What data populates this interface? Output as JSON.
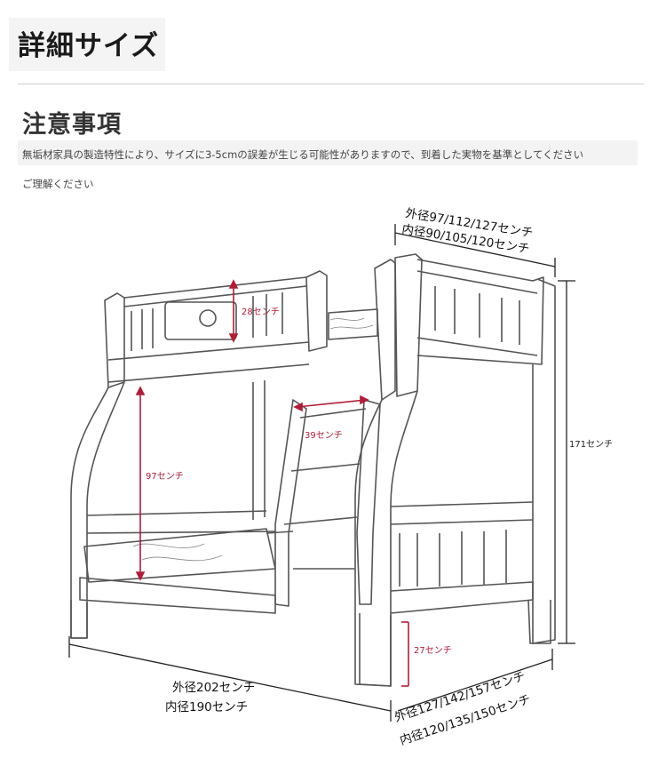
{
  "header": {
    "title": "詳細サイズ"
  },
  "notice": {
    "heading": "注意事項",
    "line1": "無垢材家具の製造特性により、サイズに3-5cmの誤差が生じる可能性がありますので、到着した実物を基準としてください",
    "line2": "ご理解ください"
  },
  "dimensions": {
    "top_width_outer": "外径97/112/127センチ",
    "top_width_inner": "内径90/105/120センチ",
    "guard_height": "28センチ",
    "ladder_width": "39センチ",
    "clearance_height": "97センチ",
    "total_height": "171センチ",
    "leg_height": "27センチ",
    "length_outer": "外径202センチ",
    "length_inner": "内径190センチ",
    "bottom_width_outer": "外径127/142/157センチ",
    "bottom_width_inner": "内径120/135/150センチ"
  },
  "colors": {
    "accent": "#b11c37",
    "line": "#555555"
  }
}
